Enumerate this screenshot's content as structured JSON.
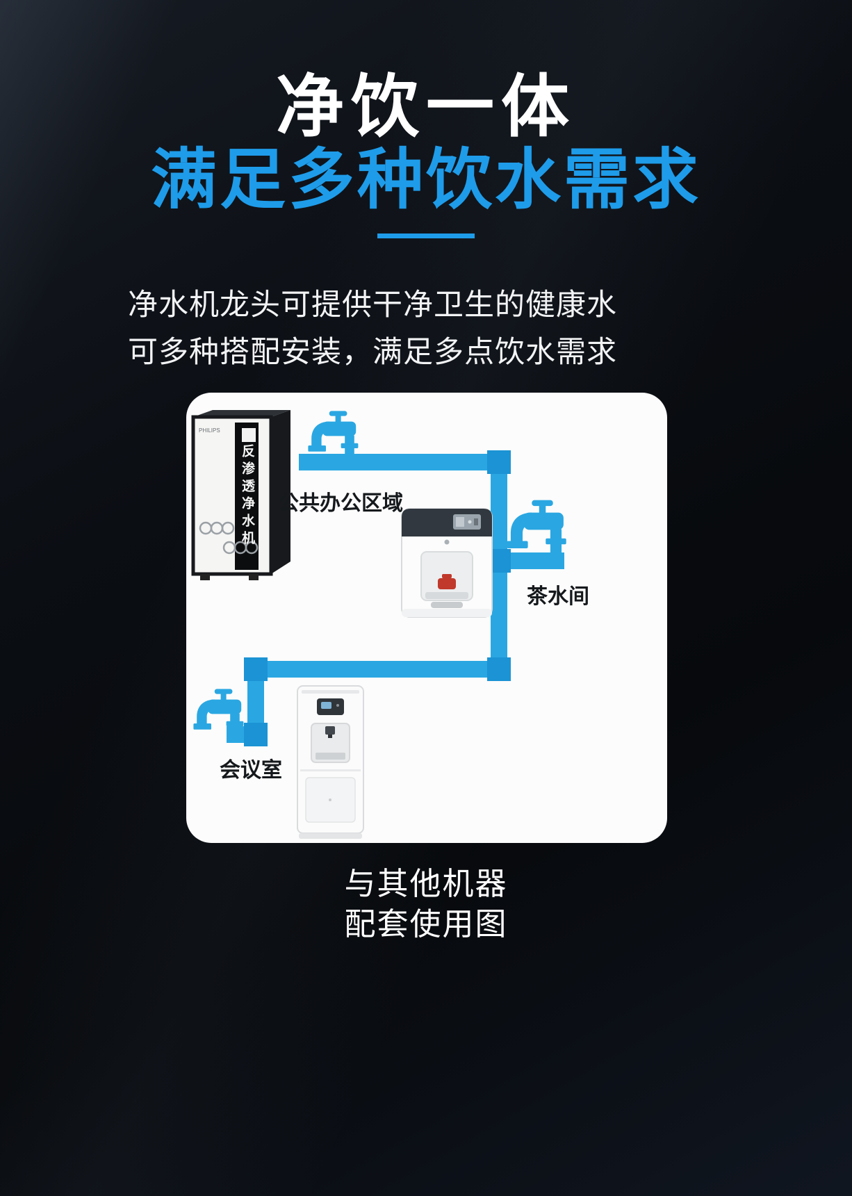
{
  "header": {
    "title": "净饮一体",
    "subtitle": "满足多种饮水需求"
  },
  "description": {
    "line1": "净水机龙头可提供干净卫生的健康水",
    "line2": "可多种搭配安装，满足多点饮水需求"
  },
  "diagram": {
    "area_labels": {
      "office": "公共办公区域",
      "tea_room": "茶水间",
      "meeting_room": "会议室"
    },
    "purifier_vertical_label": "反渗透净水机",
    "purifier_brand": "PHILIPS"
  },
  "caption": {
    "line1": "与其他机器",
    "line2": "配套使用图"
  },
  "colors": {
    "accent_blue": "#1E9CEA",
    "pipe_blue": "#2AA7E2",
    "pipe_joint_blue": "#1B93D4",
    "page_background": "#0B0E13",
    "card_background": "#FCFCFC",
    "diagram_label_text": "#16191C"
  }
}
